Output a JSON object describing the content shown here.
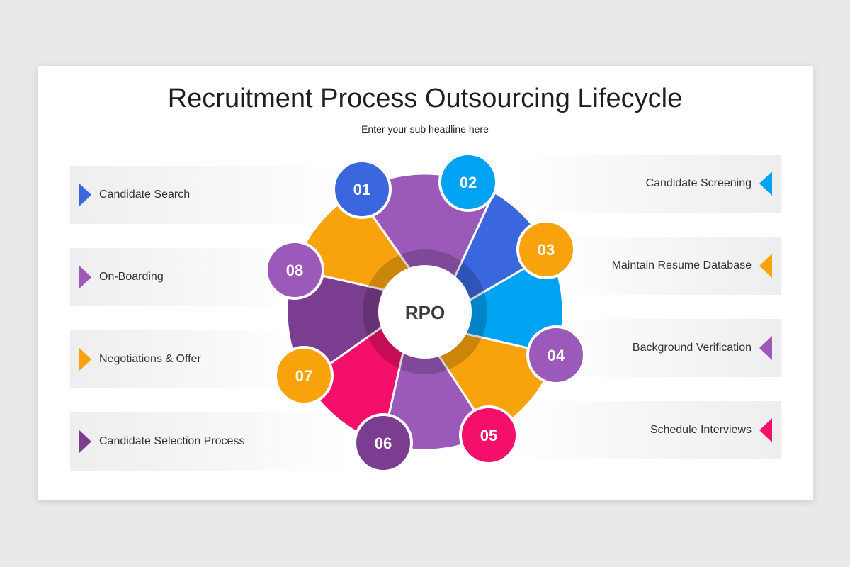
{
  "title": "Recruitment Process Outsourcing Lifecycle",
  "subtitle": "Enter your sub headline here",
  "center_label": "RPO",
  "steps": [
    {
      "num": "01",
      "label": "Candidate Search",
      "color": "#3a67dd"
    },
    {
      "num": "02",
      "label": "Candidate Screening",
      "color": "#00a2f2"
    },
    {
      "num": "03",
      "label": "Maintain Resume Database",
      "color": "#f8a30b"
    },
    {
      "num": "04",
      "label": "Background Verification",
      "color": "#9b59b9"
    },
    {
      "num": "05",
      "label": "Schedule Interviews",
      "color": "#f30f6a"
    },
    {
      "num": "06",
      "label": "Candidate Selection Process",
      "color": "#7a3d8f"
    },
    {
      "num": "07",
      "label": "Negotiations & Offer",
      "color": "#f8a30b"
    },
    {
      "num": "08",
      "label": "On-Boarding",
      "color": "#9b59b9"
    }
  ]
}
